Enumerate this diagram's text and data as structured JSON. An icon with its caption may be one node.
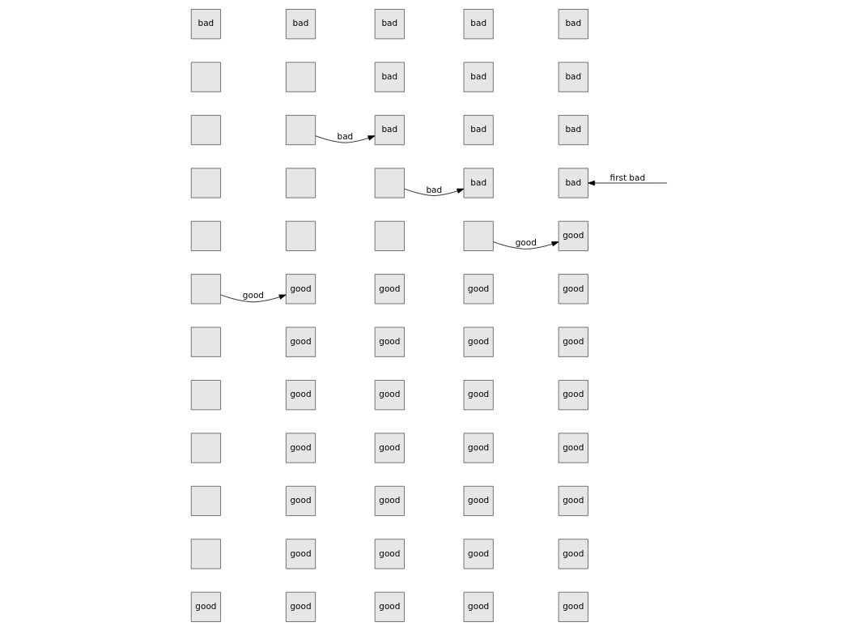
{
  "diagram": {
    "nodes": [
      {
        "text": [
          "bad"
        ]
      },
      {
        "text": [],
        "shape": "box"
      },
      {
        "text": [],
        "shape": "box"
      },
      {
        "text": [],
        "shape": "box"
      },
      {
        "text": [],
        "shape": "box"
      },
      {
        "text": [],
        "shape": "box"
      },
      {
        "text": [],
        "shape": "box"
      },
      {
        "text": [],
        "shape": "box"
      },
      {
        "text": [],
        "shape": "box"
      },
      {
        "text": [],
        "shape": "box"
      },
      {
        "text": [],
        "shape": "box"
      },
      {
        "text": [
          "good"
        ]
      },
      {
        "text": [
          "bad"
        ]
      },
      {
        "text": [],
        "shape": "box"
      },
      {
        "text": [],
        "shape": "box"
      },
      {
        "text": [],
        "shape": "box"
      },
      {
        "text": [],
        "shape": "box"
      },
      {
        "text": [
          "good"
        ]
      },
      {
        "text": [
          "good"
        ]
      },
      {
        "text": [
          "good"
        ]
      },
      {
        "text": [
          "good"
        ]
      },
      {
        "text": [
          "good"
        ]
      },
      {
        "text": [
          "good"
        ]
      },
      {
        "text": [
          "good"
        ]
      },
      {
        "text": [
          "bad"
        ]
      },
      {
        "text": [
          "bad"
        ]
      },
      {
        "text": [
          "bad"
        ]
      },
      {
        "text": [],
        "shape": "box"
      },
      {
        "text": [],
        "shape": "box"
      },
      {
        "text": [
          "good"
        ]
      },
      {
        "text": [
          "good"
        ]
      },
      {
        "text": [
          "good"
        ]
      },
      {
        "text": [
          "good"
        ]
      },
      {
        "text": [
          "good"
        ]
      },
      {
        "text": [
          "good"
        ]
      },
      {
        "text": [
          "good"
        ]
      },
      {
        "text": [
          "bad"
        ]
      },
      {
        "text": [
          "bad"
        ]
      },
      {
        "text": [
          "bad"
        ]
      },
      {
        "text": [
          "bad"
        ]
      },
      {
        "text": [],
        "shape": "box"
      },
      {
        "text": [
          "good"
        ]
      },
      {
        "text": [
          "good"
        ]
      },
      {
        "text": [
          "good"
        ]
      },
      {
        "text": [
          "good"
        ]
      },
      {
        "text": [
          "good"
        ]
      },
      {
        "text": [
          "good"
        ]
      },
      {
        "text": [
          "good"
        ]
      },
      {
        "text": [
          "bad"
        ]
      },
      {
        "text": [
          "bad"
        ]
      },
      {
        "text": [
          "bad"
        ]
      },
      {
        "text": [
          "bad"
        ]
      },
      {
        "text": [
          "good"
        ]
      },
      {
        "text": [
          "good"
        ]
      },
      {
        "text": [
          "good"
        ]
      },
      {
        "text": [
          "good"
        ]
      },
      {
        "text": [
          "good"
        ]
      },
      {
        "text": [
          "good"
        ]
      },
      {
        "text": [
          "good"
        ]
      },
      {
        "text": [
          "good"
        ]
      }
    ],
    "edges": [
      {
        "from": 5,
        "to": 17,
        "arrow": "to",
        "label": "good"
      },
      {
        "from": 14,
        "to": 26,
        "arrow": "to",
        "label": "bad"
      },
      {
        "from": 27,
        "to": 39,
        "arrow": "to",
        "label": "bad"
      },
      {
        "from": 40,
        "to": 52,
        "arrow": "to",
        "label": "good"
      },
      {
        "from": null,
        "to": 51,
        "arrow": "to",
        "label": "first bad"
      }
    ]
  }
}
